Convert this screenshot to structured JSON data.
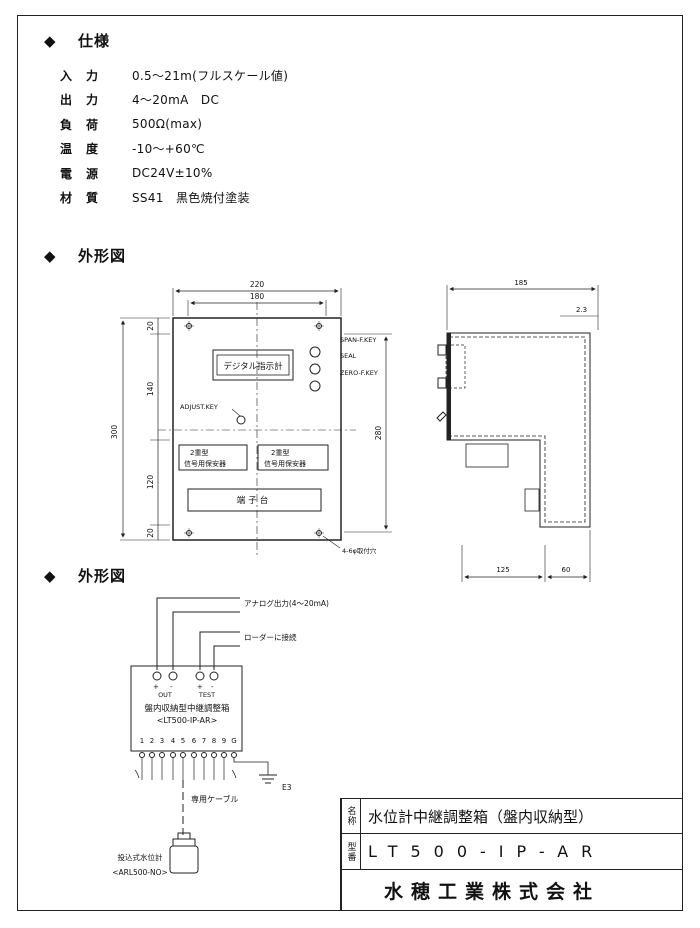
{
  "sections": {
    "spec_title": "仕様",
    "outline1_title": "外形図",
    "outline2_title": "外形図"
  },
  "bullet_icon": "diamond-bullet",
  "specs": [
    {
      "label": "入力",
      "value": "0.5～21m(フルスケール値)"
    },
    {
      "label": "出力",
      "value": "4～20mA　DC"
    },
    {
      "label": "負荷",
      "value": "500Ω(max)"
    },
    {
      "label": "温度",
      "value": "-10～+60℃"
    },
    {
      "label": "電源",
      "value": "DC24V±10%"
    },
    {
      "label": "材質",
      "value": "SS41　黒色焼付塗装"
    }
  ],
  "front_view": {
    "dim_220": "220",
    "dim_180": "180",
    "dim_300": "300",
    "dim_280": "280",
    "dim_20a": "20",
    "dim_140": "140",
    "dim_120": "120",
    "dim_20b": "20",
    "display_label": "デジタル指示計",
    "span_key": "SPAN-F.KEY",
    "seal": "SEAL",
    "zero_key": "ZERO-F.KEY",
    "adjust_key": "ADJUST.KEY",
    "protector_left_1": "2重型",
    "protector_left_2": "信号用保安器",
    "protector_right_1": "2重型",
    "protector_right_2": "信号用保安器",
    "terminal_block": "端子台",
    "mount_holes": "4-6φ取付穴"
  },
  "side_view": {
    "dim_185": "185",
    "dim_2_3": "2.3",
    "dim_125": "125",
    "dim_60": "60"
  },
  "wiring": {
    "analog_out": "アナログ出力(4～20mA)",
    "loader": "ローダーに接続",
    "out": "OUT",
    "test": "TEST",
    "plus1": "+",
    "minus1": "-",
    "plus2": "+",
    "minus2": "-",
    "box_title": "盤内収納型中継調整箱",
    "box_model": "<LT500-IP-AR>",
    "terminals": [
      "1",
      "2",
      "3",
      "4",
      "5",
      "6",
      "7",
      "8",
      "9",
      "G"
    ],
    "ground": "E3",
    "cable": "専用ケーブル",
    "sensor_name": "投込式水位計",
    "sensor_model": "<ARL500-NO>"
  },
  "title_block": {
    "name_key": "名称",
    "name_value": "水位計中継調整箱（盤内収納型）",
    "model_key": "型番",
    "model_value": "LT500-IP-AR",
    "company": "水穂工業株式会社"
  }
}
